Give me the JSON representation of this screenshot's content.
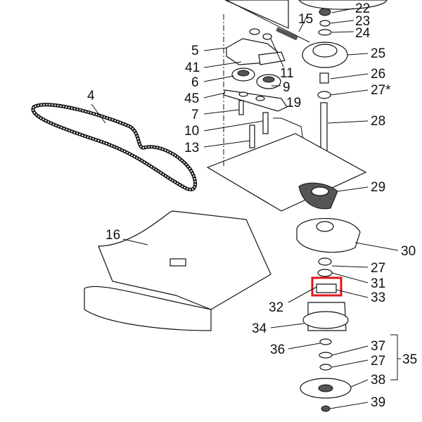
{
  "diagram": {
    "title": "Exploded parts diagram - blower drive assembly",
    "highlight_color": "#e0161b",
    "labels": {
      "l22": "22",
      "l23": "23",
      "l24": "24",
      "l15": "15",
      "l5": "5",
      "l25": "25",
      "l41": "41",
      "l11": "11",
      "l26": "26",
      "l6": "6",
      "l9": "9",
      "l27s": "27*",
      "l45": "45",
      "l7": "7",
      "l19": "19",
      "l28": "28",
      "l10": "10",
      "l13": "13",
      "l4": "4",
      "l29": "29",
      "l16": "16",
      "l30": "30",
      "l27a": "27",
      "l31": "31",
      "l33": "33",
      "l32": "32",
      "l34": "34",
      "l36": "36",
      "l37": "37",
      "l27b": "27",
      "l35": "35",
      "l38": "38",
      "l39": "39"
    }
  }
}
